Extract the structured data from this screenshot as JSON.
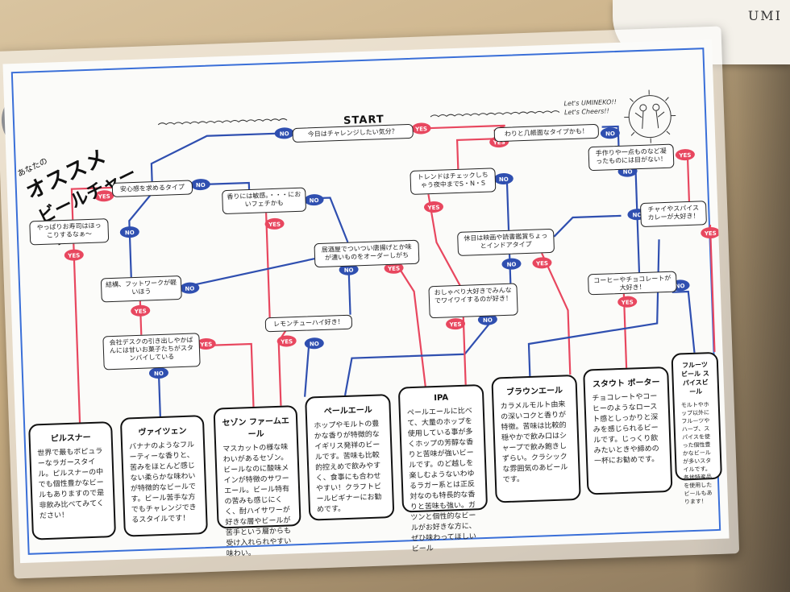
{
  "backdrop": {
    "corner_note": "UMI"
  },
  "chart": {
    "title_small": "あなたの",
    "title_big_1": "オススメ",
    "title_big_2": "ビールチャート!!",
    "start": "START",
    "cheers_1": "Let's UMINEKO!!",
    "cheers_2": "Let's Cheers!!",
    "yes": "YES",
    "no": "NO",
    "questions": [
      "今日はチャレンジしたい気分？",
      "わりと几帳面なタイプかも！",
      "安心感を求めるタイプ",
      "香りには敏感。・・・においフェチかも",
      "トレンドはチェックしちゃう夜中までS・N・S",
      "手作りや一点ものなど凝ったものには目がない！",
      "やっぱりお寿司はほっこりするなぁ〜",
      "チャイやスパイスカレーが大好き！",
      "居酒屋でついつい唐揚げとか味が濃いものをオーダーしがち",
      "休日は映画や読書鑑賞ちょっとインドアタイプ",
      "結構、フットワークが軽いほう",
      "おしゃべり大好きでみんなでワイワイするのが好き！",
      "コーヒーやチョコレートが大好き！",
      "レモンチューハイ好き！",
      "会社デスクの引き出しやかばんには甘いお菓子たちがスタンバイしている"
    ],
    "results": [
      {
        "name": "ピルスナー",
        "desc": "世界で最もポピュラーなラガースタイル。ピルスナーの中でも個性豊かなビールもありますので是非飲み比べてみてください！"
      },
      {
        "name": "ヴァイツェン",
        "desc": "バナナのようなフルーティーな香りと、苦みをほとんど感じない柔らかな味わいが特徴的なビールです。ビール苦手な方でもチャレンジできるスタイルです！"
      },
      {
        "name": "セゾン ファームエール",
        "desc": "マスカットの様な味わいがあるセゾン。ビールなのに酸味メインが特徴のサワーエール。ビール特有の苦みも感じにくく、酎ハイサワーが好きな層やビールが苦手という層からも受け入れられやすい味わい。"
      },
      {
        "name": "ペールエール",
        "desc": "ホップやモルトの豊かな香りが特徴的なイギリス発祥のビールです。苦味も比較的控えめで飲みやすく、食事にも合わせやすい！クラフトビールビギナーにお勧めです。"
      },
      {
        "name": "IPA",
        "desc": "ペールエールに比べて、大量のホップを使用している事が多くホップの芳醇な香りと苦味が強いビールです。のど越しを楽しむようないわゆるラガー系とは正反対なのも特長的な香りと苦味も強い。ガツンと個性的なビールがお好きな方に、ぜひ味わってほしいビール"
      },
      {
        "name": "ブラウンエール",
        "desc": "カラメルモルト由来の深いコクと香りが特徴。苦味は比較的穏やかで飲み口はシャープで飲み飽きしずらい。クラシックな雰囲気のあビールです。"
      },
      {
        "name": "スタウト ポーター",
        "desc": "チョコレートやコーヒーのようなロースト感としっかりと深みを感じられるビールです。じっくり飲みたいときや締めの一杯にお勧めです。"
      },
      {
        "name": "フルーツビール スパイスビール",
        "desc": "モルトやホップ以外にフルーツやハーブ、スパイスを使った個性豊かなビールが多いスタイルです。各地特産品を使用したビールもあります！"
      }
    ],
    "colors": {
      "yes": "#e8475f",
      "no": "#2f4fb0",
      "frame": "#3a6fd8"
    }
  }
}
